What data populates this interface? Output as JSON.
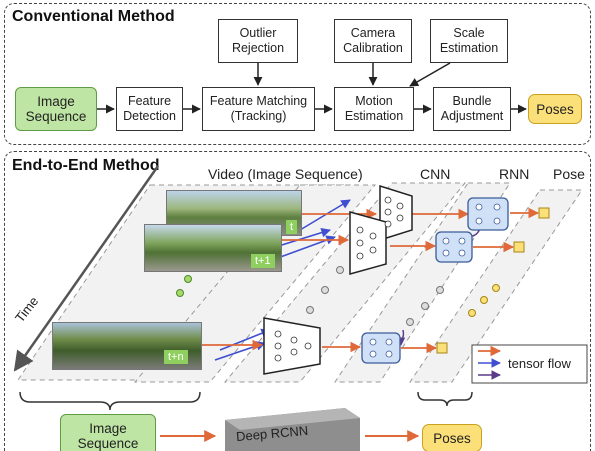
{
  "conventional": {
    "title": "Conventional Method",
    "image_sequence": "Image Sequence",
    "feature_detection": "Feature Detection",
    "feature_matching": "Feature Matching (Tracking)",
    "motion_estimation": "Motion Estimation",
    "bundle_adjustment": "Bundle Adjustment",
    "poses": "Poses",
    "outlier_rejection": "Outlier Rejection",
    "camera_calibration": "Camera Calibration",
    "scale_estimation": "Scale Estimation"
  },
  "end_to_end": {
    "title": "End-to-End Method",
    "video_label": "Video (Image Sequence)",
    "cnn_label": "CNN",
    "rnn_label": "RNN",
    "pose_label": "Pose",
    "time_label": "Time",
    "frame_t": "t",
    "frame_t1": "t+1",
    "frame_tn": "t+n",
    "legend_tensor_flow": "tensor flow",
    "image_sequence": "Image Sequence",
    "deep_rcnn": "Deep RCNN",
    "poses": "Poses"
  },
  "colors": {
    "green_box": "#bfe5a4",
    "yellow_box": "#fbdf78",
    "arrow_orange": "#e0693a",
    "arrow_blue": "#3f4fd0",
    "arrow_purple": "#5a3a8a",
    "rnn_fill": "#cfe0f7"
  }
}
